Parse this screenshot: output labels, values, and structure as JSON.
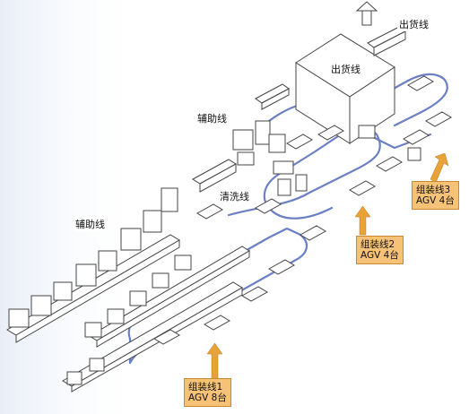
{
  "labels": {
    "shipping_line_top": "出货线",
    "shipping_line_building": "出货线",
    "aux_line_upper": "辅助线",
    "aux_line_left": "辅助线",
    "cleaning_line": "清洗线"
  },
  "callouts": {
    "assembly_1": {
      "line": "组装线1",
      "agv": "AGV 8台"
    },
    "assembly_2": {
      "line": "组装线2",
      "agv": "AGV 4台"
    },
    "assembly_3": {
      "line": "组装线3",
      "agv": "AGV 4台"
    }
  },
  "colors": {
    "agv_path": "#6b7fc4",
    "callout_fill": "#f6c278",
    "callout_arrow": "#e8a238",
    "outline": "#444444",
    "machine_fill": "#ffffff",
    "left_shade": "#eef2f8"
  }
}
